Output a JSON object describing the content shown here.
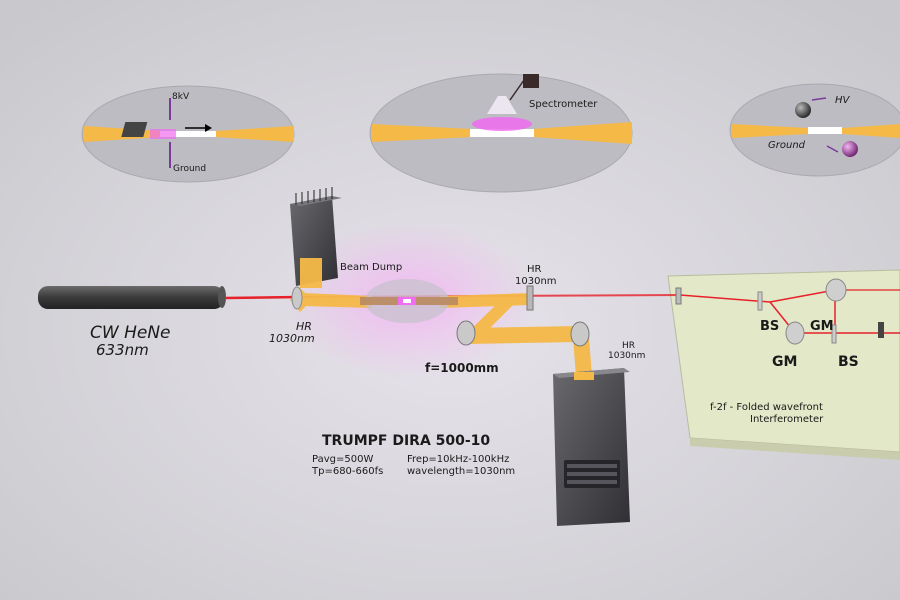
{
  "colors": {
    "background": "#d3d3d7",
    "laser_red": "#e8202a",
    "beam_yellow": "#f5b948",
    "plasma_pink": "#f06cf0",
    "table_green": "#e3e8c8"
  },
  "insets": {
    "left": {
      "top_label": "8kV",
      "bottom_label": "Ground"
    },
    "middle": {
      "label": "Spectrometer"
    },
    "right": {
      "top_label": "HV",
      "bottom_label": "Ground"
    }
  },
  "labels": {
    "beam_dump": "Beam Dump",
    "hr_top_line1": "HR",
    "hr_top_line2": "1030nm",
    "hr_left_line1": "HR",
    "hr_left_line2": "1030nm",
    "hr_right_line1": "HR",
    "hr_right_line2": "1030nm",
    "cw_hene_line1": "CW HeNe",
    "cw_hene_line2": "633nm",
    "focal": "f=1000mm",
    "laser_name": "TRUMPF DIRA 500-10",
    "spec_pavg": "Pavg=500W",
    "spec_frep": "Frep=10kHz-100kHz",
    "spec_tp": "Tp=680-660fs",
    "spec_wavelength": "wavelength=1030nm",
    "bs_left": "BS",
    "gm_top": "GM",
    "gm_bottom": "GM",
    "bs_bottom": "BS",
    "interferometer_line1": "f-2f - Folded wavefront",
    "interferometer_line2": "Interferometer"
  }
}
